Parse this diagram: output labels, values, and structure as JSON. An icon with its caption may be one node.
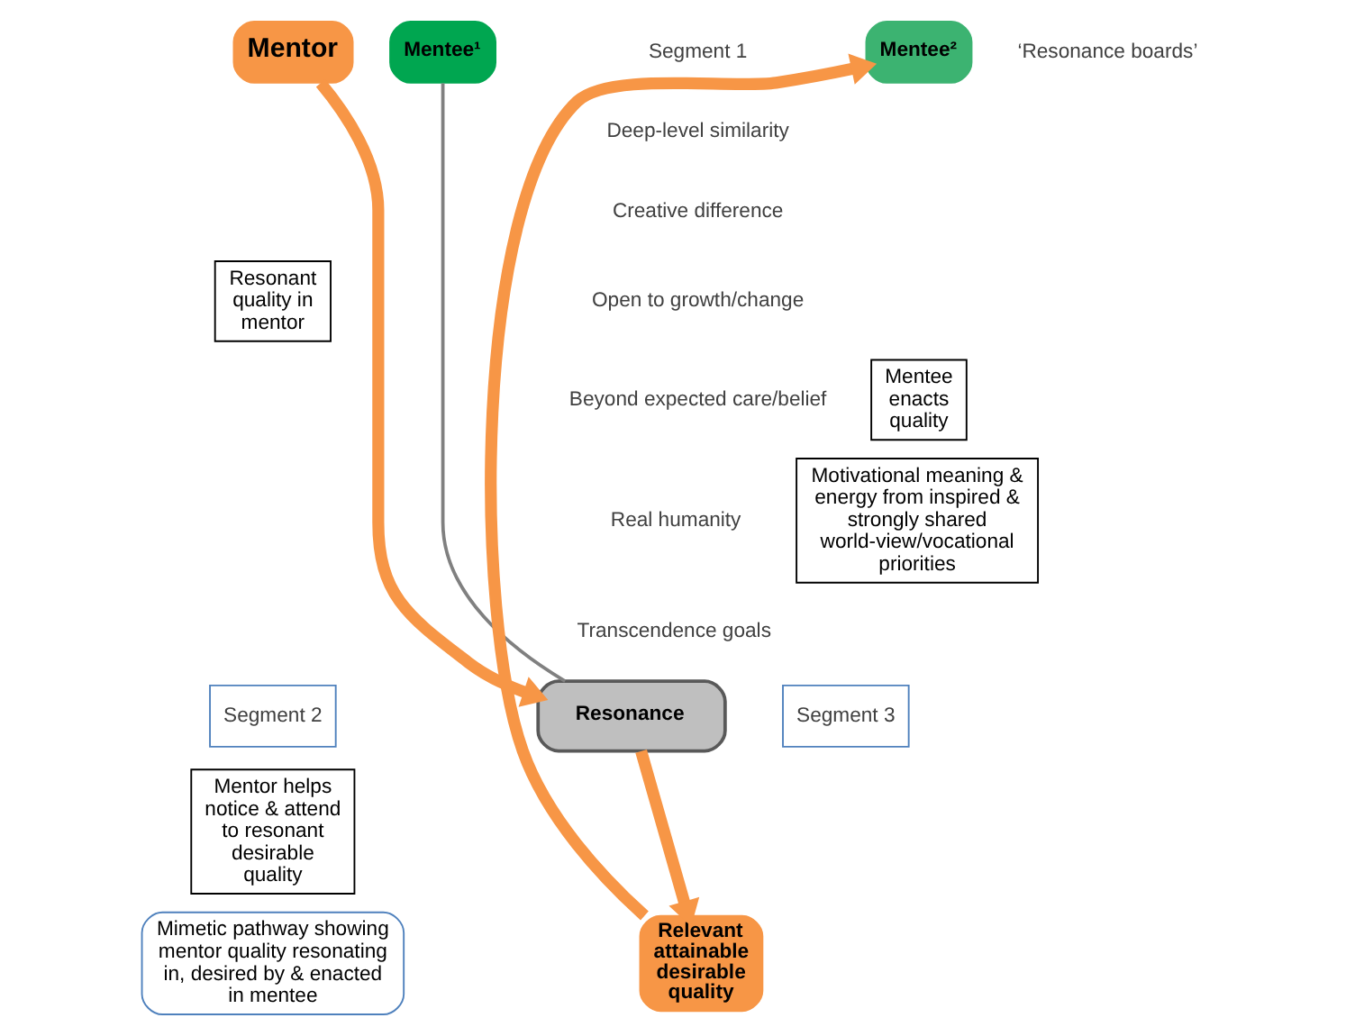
{
  "diagram": {
    "nodes": [
      {
        "text": [
          "Mentor"
        ]
      },
      {
        "text": [
          "Mentee¹"
        ]
      },
      {
        "text": [
          "Mentee²"
        ]
      },
      {
        "text": [
          "Resonance"
        ]
      },
      {
        "text": [
          "Relevant attainable desirable quality"
        ]
      },
      {
        "text": [
          "Resonant quality in mentor"
        ]
      },
      {
        "text": [
          "Mentee enacts quality"
        ]
      },
      {
        "text": [
          "Mentor helps notice & attend to resonant desirable quality"
        ]
      },
      {
        "text": [
          "Motivational meaning & energy from inspired & strongly shared world-view/vocational priorities"
        ]
      }
    ],
    "edges": [
      {
        "from": 0,
        "to": 3,
        "arrow": "to"
      },
      {
        "from": 3,
        "to": 4,
        "arrow": "to"
      },
      {
        "from": 4,
        "to": 2,
        "arrow": "to"
      },
      {
        "from": 1,
        "to": 3,
        "arrow": "none",
        "color": "#808080"
      }
    ],
    "labels": [
      "Segment 1",
      "‘Resonance boards’",
      "Deep-level similarity",
      "Creative difference",
      "Open to growth/change",
      "Beyond expected care/belief",
      "Real humanity",
      "Transcendence goals",
      "Segment 2",
      "Segment 3"
    ],
    "legend": [
      {
        "text": "Mimetic pathway showing mentor quality resonating in, desired by & enacted in mentee"
      }
    ]
  }
}
